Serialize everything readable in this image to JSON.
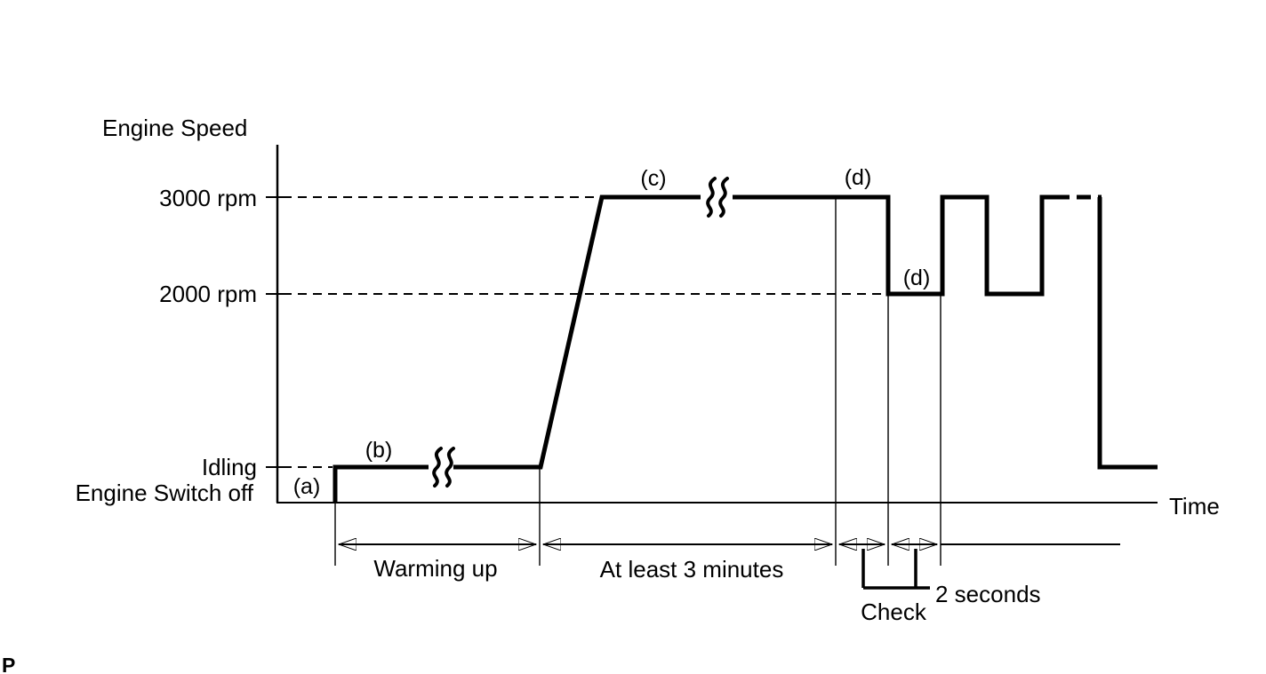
{
  "figure": {
    "labels": {
      "engine_speed": "Engine Speed",
      "rpm3000": "3000 rpm",
      "rpm2000": "2000 rpm",
      "idling": "Idling",
      "engine_switch_off": "Engine Switch off",
      "time": "Time",
      "a": "(a)",
      "b": "(b)",
      "c": "(c)",
      "d_top": "(d)",
      "d_low": "(d)",
      "warming_up": "Warming up",
      "at_least_3_minutes": "At least 3 minutes",
      "two_seconds": "2 seconds",
      "check": "Check",
      "page_marker": "P"
    },
    "colors": {
      "line": "#000000",
      "background": "#ffffff"
    }
  },
  "chart_data": {
    "type": "line",
    "xlabel": "Time",
    "ylabel": "Engine Speed",
    "y_levels": [
      "Engine Switch off",
      "Idling",
      "2000 rpm",
      "3000 rpm"
    ],
    "sequence": [
      {
        "marker": "(a)",
        "level": "Engine Switch off to Idling"
      },
      {
        "marker": "(b)",
        "level": "Idling",
        "duration": "Warming up"
      },
      {
        "marker": "(c)",
        "level": "3000 rpm",
        "duration": "At least 3 minutes"
      },
      {
        "marker": "(d)",
        "level": "3000 rpm / 2000 rpm alternating",
        "interval": "2 seconds",
        "phase_label": "Check"
      },
      {
        "marker": "end",
        "level": "Idling"
      }
    ],
    "grid": "dashed guides at 3000 rpm, 2000 rpm and Idling",
    "legend": false
  }
}
